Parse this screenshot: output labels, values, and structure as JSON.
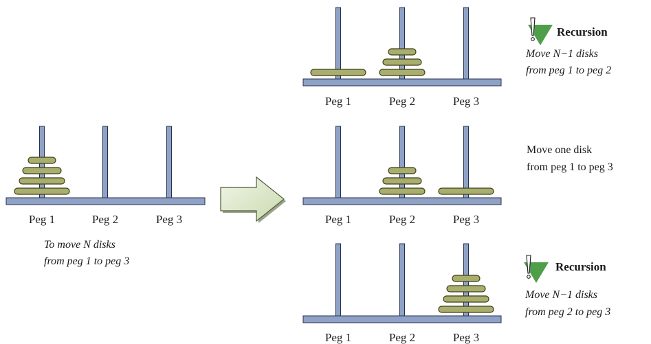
{
  "initial": {
    "peg_labels": [
      "Peg 1",
      "Peg 2",
      "Peg 3"
    ],
    "disks": [
      [
        4,
        3,
        2,
        1
      ],
      [],
      []
    ],
    "caption": [
      "To move N disks",
      "from peg 1 to peg 3"
    ]
  },
  "steps": [
    {
      "peg_labels": [
        "Peg 1",
        "Peg 2",
        "Peg 3"
      ],
      "disks": [
        [
          4
        ],
        [
          3,
          2,
          1
        ],
        []
      ],
      "note_title": "Recursion",
      "note_icon": "exclamation-icon",
      "note_lines": [
        "Move N−1 disks",
        "from peg 1 to peg 2"
      ]
    },
    {
      "peg_labels": [
        "Peg 1",
        "Peg 2",
        "Peg 3"
      ],
      "disks": [
        [],
        [
          3,
          2,
          1
        ],
        [
          4
        ]
      ],
      "note_title": "",
      "note_icon": "",
      "note_lines": [
        "Move one disk",
        "from peg 1 to peg 3"
      ]
    },
    {
      "peg_labels": [
        "Peg 1",
        "Peg 2",
        "Peg 3"
      ],
      "disks": [
        [],
        [],
        [
          4,
          3,
          2,
          1
        ]
      ],
      "note_title": "Recursion",
      "note_icon": "exclamation-icon",
      "note_lines": [
        "Move N−1 disks",
        "from peg 2 to peg 3"
      ]
    }
  ],
  "colors": {
    "peg": "#8fa1c4",
    "peg_stroke": "#24314f",
    "disk": "#a9ad6e",
    "disk_stroke": "#3c3f12",
    "arrow_fill": "#dce8c7",
    "arrow_stroke": "#4d5a3a",
    "note_icon": "#4f9f4a"
  }
}
